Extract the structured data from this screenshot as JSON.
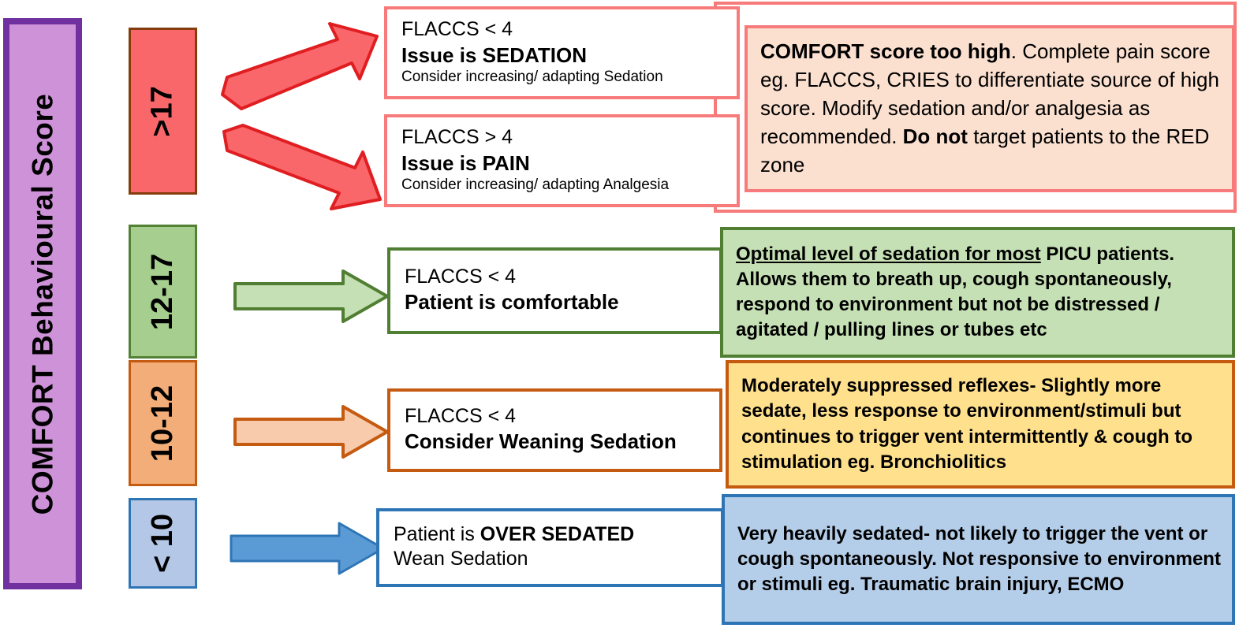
{
  "sidebar": {
    "title": "COMFORT  Behavioural  Score",
    "fill_color": "#CE92D8",
    "border_color": "#7030A0"
  },
  "rows": [
    {
      "score_label": ">17",
      "score_fill": "#F9676B",
      "score_border": "#843C0C",
      "arrow_names": [
        "arrow-red-up",
        "arrow-red-down"
      ],
      "arrow_fill": "#F9676B",
      "arrow_border": "#E01E21",
      "outcomes": [
        {
          "line1": "FLACCS < 4",
          "line2": "Issue is SEDATION",
          "line3": "Consider increasing/ adapting Sedation",
          "border": "#F87B7B"
        },
        {
          "line1": "FLACCS > 4",
          "line2": "Issue is PAIN",
          "line3": "Consider increasing/ adapting Analgesia",
          "border": "#F87B7B"
        }
      ],
      "description": {
        "bold_lead": "COMFORT score too high",
        "body": ". Complete pain score eg. FLACCS, CRIES to differentiate source of high score. Modify sedation and/or analgesia as recommended. ",
        "bold_tail": "Do not",
        "tail": " target patients to the RED zone",
        "fill": "#FBE0D0",
        "border": "#F87B7B"
      }
    },
    {
      "score_label": "12-17",
      "score_fill": "#A6CE8F",
      "score_border": "#548235",
      "arrow_names": [
        "arrow-green-right"
      ],
      "arrow_fill": "#C5E0B4",
      "arrow_border": "#507E32",
      "outcomes": [
        {
          "line1": "FLACCS < 4",
          "line2": "Patient is comfortable",
          "line3": "",
          "border": "#507E32"
        }
      ],
      "description": {
        "underline_lead": "Optimal level of sedation for most",
        "body": " PICU patients. Allows them to breath up, cough spontaneously, respond to environment but not be distressed / agitated / pulling lines or tubes etc",
        "fill": "#C5E0B4",
        "border": "#507E32"
      }
    },
    {
      "score_label": "10-12",
      "score_fill": "#F2AD79",
      "score_border": "#C55A11",
      "arrow_names": [
        "arrow-orange-right"
      ],
      "arrow_fill": "#F8CBAD",
      "arrow_border": "#C55A11",
      "outcomes": [
        {
          "line1": "FLACCS < 4",
          "line2": "Consider Weaning Sedation",
          "line3": "",
          "border": "#C55A11"
        }
      ],
      "description": {
        "body": "Moderately suppressed reflexes- Slightly more sedate, less response to environment/stimuli but continues to trigger vent intermittently & cough to stimulation eg. Bronchiolitics",
        "fill": "#FFE08C",
        "border": "#C55A11"
      }
    },
    {
      "score_label": "< 10",
      "score_fill": "#B4C7E7",
      "score_border": "#2E75B6",
      "arrow_names": [
        "arrow-blue-right"
      ],
      "arrow_fill": "#5B9BD5",
      "arrow_border": "#2E75B6",
      "outcomes": [
        {
          "line1": "Patient is ",
          "line1_bold": "OVER SEDATED",
          "line2": "Wean Sedation",
          "line3": "",
          "border": "#2E75B6"
        }
      ],
      "description": {
        "body": "Very heavily sedated- not likely to trigger the vent or cough spontaneously. Not responsive to environment or stimuli eg. Traumatic brain injury, ECMO",
        "fill": "#B4CDE8",
        "border": "#2E75B6"
      }
    }
  ]
}
